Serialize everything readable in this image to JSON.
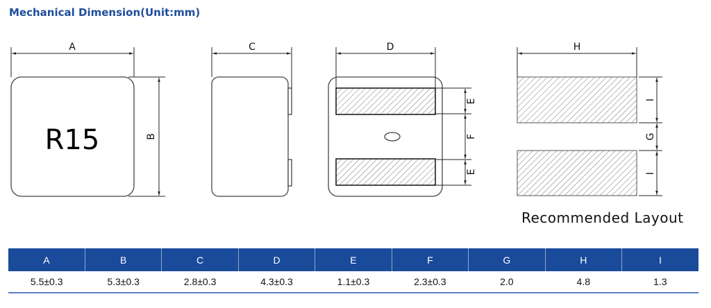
{
  "title": "Mechanical Dimension(Unit:mm)",
  "part_marking": "R15",
  "dim_labels": {
    "A": "A",
    "B": "B",
    "C": "C",
    "D": "D",
    "E": "E",
    "F": "F",
    "G": "G",
    "H": "H",
    "I": "I"
  },
  "layout_caption": "Recommended Layout",
  "table": {
    "headers": [
      "A",
      "B",
      "C",
      "D",
      "E",
      "F",
      "G",
      "H",
      "I"
    ],
    "values": [
      "5.5±0.3",
      "5.3±0.3",
      "2.8±0.3",
      "4.3±0.3",
      "1.1±0.3",
      "2.3±0.3",
      "2.0",
      "4.8",
      "1.3"
    ]
  }
}
